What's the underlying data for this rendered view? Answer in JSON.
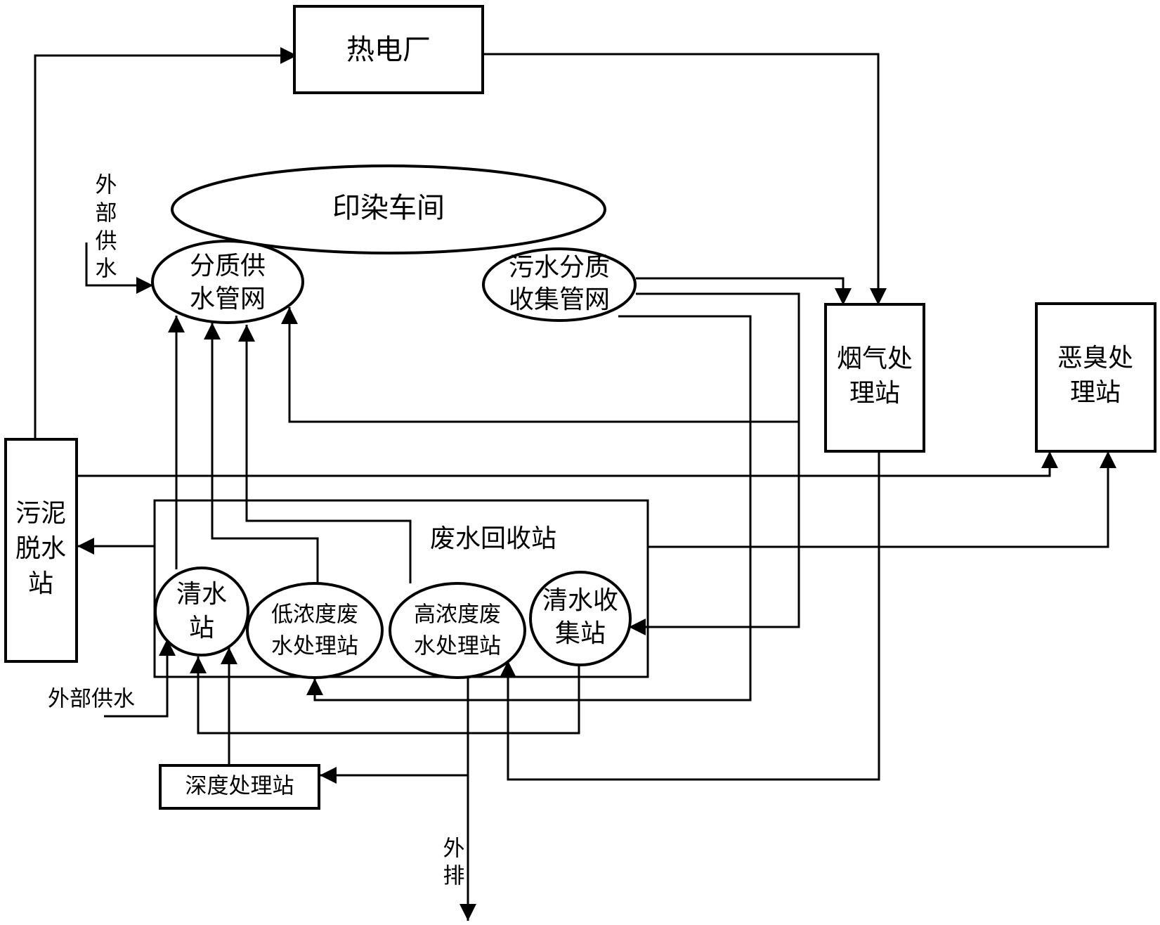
{
  "nodes": {
    "power_plant": "热电厂",
    "dyeing_workshop": "印染车间",
    "supply_network": [
      "分质供",
      "水管网"
    ],
    "sewage_network": [
      "污水分质",
      "收集管网"
    ],
    "flue_gas_station": [
      "烟气处",
      "理站"
    ],
    "odor_station": [
      "恶臭处",
      "理站"
    ],
    "sludge_station": [
      "污泥",
      "脱水",
      "站"
    ],
    "recovery_station": "废水回收站",
    "clean_water_station": [
      "清水",
      "站"
    ],
    "low_conc_station": [
      "低浓度废",
      "水处理站"
    ],
    "high_conc_station": [
      "高浓度废",
      "水处理站"
    ],
    "clean_collection_station": [
      "清水收",
      "集站"
    ],
    "advanced_station": "深度处理站"
  },
  "labels": {
    "external_supply_top": [
      "外",
      "部",
      "供",
      "水"
    ],
    "external_supply_bottom": "外部供水",
    "discharge": [
      "外",
      "排"
    ]
  }
}
